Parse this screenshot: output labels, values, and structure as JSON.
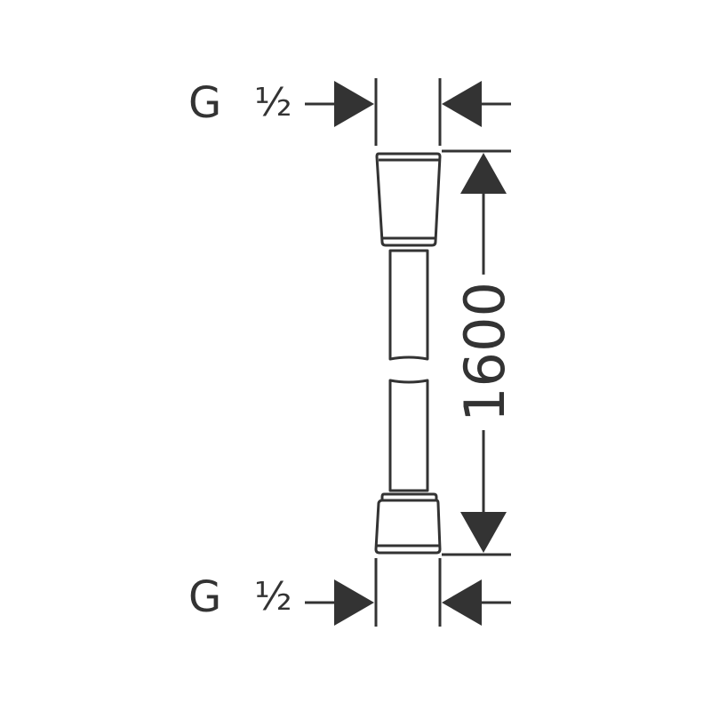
{
  "labels": {
    "top_thread_letter": "G",
    "top_thread_fraction": "½",
    "bottom_thread_letter": "G",
    "bottom_thread_fraction": "½",
    "length": "1600"
  },
  "colors": {
    "stroke": "#333333",
    "background": "#ffffff"
  }
}
